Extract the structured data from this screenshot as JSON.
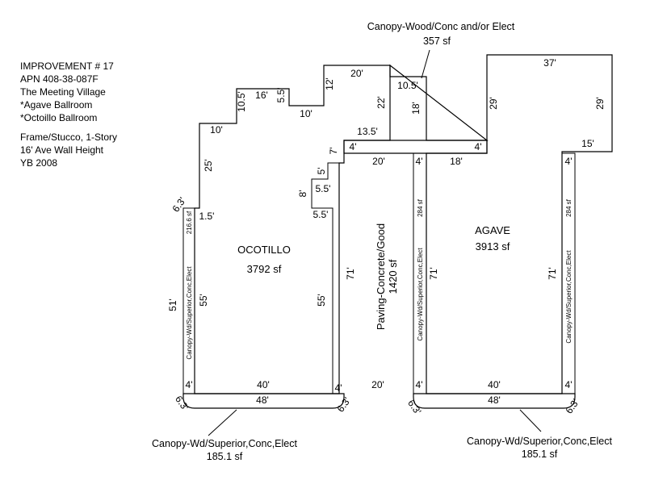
{
  "info": {
    "line1": "IMPROVEMENT # 17",
    "line2": "APN 408-38-087F",
    "line3": "The Meeting Village",
    "line4": "*Agave Ballroom",
    "line5": "*Octoillo Ballroom",
    "line6": "Frame/Stucco, 1-Story",
    "line7": "16' Ave Wall Height",
    "line8": "YB 2008"
  },
  "areas": {
    "ocotillo_name": "OCOTILLO",
    "ocotillo_sf": "3792 sf",
    "agave_name": "AGAVE",
    "agave_sf": "3913 sf",
    "paving_name": "Paving-Concrete/Good",
    "paving_sf": "1420 sf"
  },
  "canopies": {
    "top_name": "Canopy-Wood/Conc and/or Elect",
    "top_sf": "357 sf",
    "bottom_left_name": "Canopy-Wd/Superior,Conc,Elect",
    "bottom_left_sf": "185.1 sf",
    "bottom_right_name": "Canopy-Wd/Superior,Conc,Elect",
    "bottom_right_sf": "185.1 sf",
    "strip_name": "Canopy-Wd/Superior,Conc,Elect",
    "strip1_sf": "216.6 sf",
    "strip2_sf": "284 sf",
    "strip3_sf": "284 sf"
  },
  "dims": {
    "d63_a": "6.3'",
    "d63_b": "6.3'",
    "d63_c": "6.3'",
    "d63_d": "6.3'",
    "d1_5": "1.5'",
    "d25": "25'",
    "d10_a": "10'",
    "d10_5_a": "10.5'",
    "d16": "16'",
    "d5_5_a": "5.5'",
    "d10_b": "10'",
    "d12": "12'",
    "d20_top": "20'",
    "d22": "22'",
    "d10_5_b": "10.5'",
    "d18_v": "18'",
    "d13_5": "13.5'",
    "d7": "7'",
    "d4_a": "4'",
    "d20_b": "20'",
    "d4_b": "4'",
    "d18_h": "18'",
    "d4_c": "4'",
    "d29_a": "29'",
    "d37": "37'",
    "d29_b": "29'",
    "d15": "15'",
    "d4_d": "4'",
    "d5": "5'",
    "d5_5_b": "5.5'",
    "d8": "8'",
    "d5_5_c": "5.5'",
    "d51": "51'",
    "d55_a": "55'",
    "d55_b": "55'",
    "d71_a": "71'",
    "d71_b": "71'",
    "d71_c": "71'",
    "d4_e": "4'",
    "d40_a": "40'",
    "d4_f": "4'",
    "d20_c": "20'",
    "d4_g": "4'",
    "d40_b": "40'",
    "d4_h": "4'",
    "d48_a": "48'",
    "d48_b": "48'"
  }
}
